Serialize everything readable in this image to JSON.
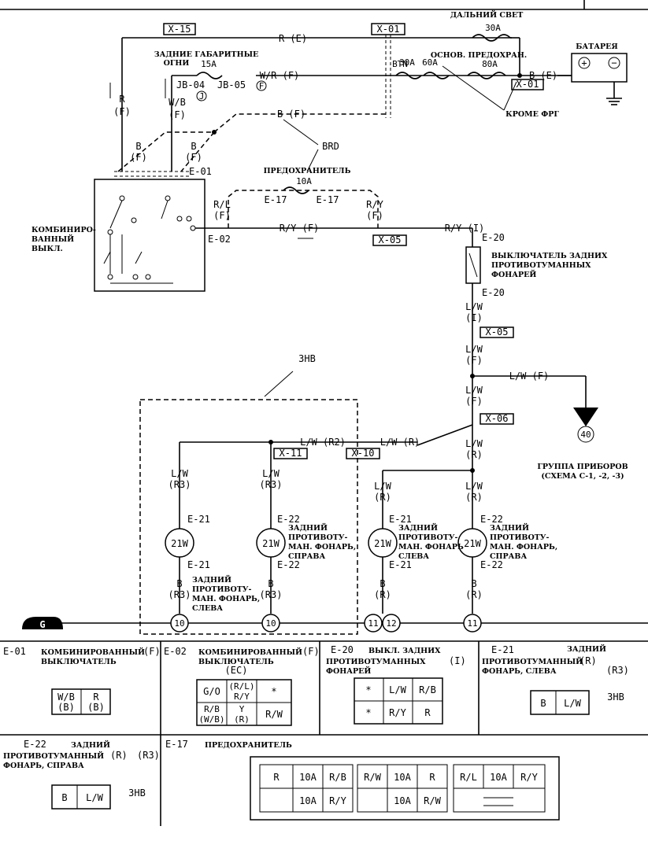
{
  "wires": {
    "r_e": "R (E)",
    "w_r_f": "W/R (F)",
    "b_f_top": "B (F)",
    "r": "R",
    "f1": "(F)",
    "w_b": "W/B",
    "f2": "(F)",
    "b_left": "B",
    "f_b1": "(F)",
    "b_right": "B",
    "f_b2": "(F)",
    "r_l": "R/L",
    "f_rl": "(F)",
    "r_y_top": "R/Y",
    "f_ry": "(F)",
    "r_y_f": "R/Y (F)",
    "r_y_i": "R/Y (I)",
    "b_e": "B (E)",
    "lw_1": "L/W",
    "i_1": "(I)",
    "lw_2": "L/W",
    "f_3": "(F)",
    "lw_f": "L/W (F)",
    "lw_3": "L/W",
    "f_4": "(F)",
    "lw_r2": "L/W (R2)",
    "lw_r": "L/W (R)",
    "lw_4": "L/W",
    "r_4": "(R)",
    "lw_a": "L/W",
    "r3_a": "(R3)",
    "lw_b": "L/W",
    "r3_b": "(R3)",
    "lw_c": "L/W",
    "r_c": "(R)",
    "lw_d": "L/W",
    "r_d": "(R)",
    "b_a": "B",
    "r3_ba": "(R3)",
    "b_b": "B",
    "r3_bb": "(R3)",
    "b_c": "B",
    "r_bc": "(R)",
    "b_d": "B",
    "r_bd": "(R)"
  },
  "connectors": {
    "x15": "X-15",
    "x01a": "X-01",
    "x01b": "X-01",
    "x05a": "X-05",
    "x05b": "X-05",
    "x06": "X-06",
    "x10": "X-10",
    "x11": "X-11",
    "jb04": "JB-04",
    "jb05": "JB-05",
    "jb_j": "J",
    "jb_f": "F",
    "e01": "E-01",
    "e02": "E-02",
    "e17a": "E-17",
    "e17b": "E-17",
    "e20a": "E-20",
    "e20b": "E-20",
    "e21a": "E-21",
    "e21b": "E-21",
    "e22a": "E-22",
    "e22b": "E-22",
    "e21c": "E-21",
    "e21d": "E-21",
    "e22c": "E-22",
    "e22d": "E-22"
  },
  "labels": {
    "high_beam": "ДАЛЬНИЙ СВЕТ",
    "a30": "30A",
    "rear_pos1": "ЗАДНИЕ ГАБАРИТНЫЕ",
    "rear_pos2": "ОГНИ",
    "a15": "15A",
    "btn": "BTN",
    "a30b": "30A",
    "a60": "60A",
    "main_fuse": "ОСНОВ. ПРЕДОХРАН.",
    "a80": "80A",
    "battery": "БАТАРЕЯ",
    "except_frg": "КРОМЕ ФРГ",
    "brd": "BRD",
    "fuse": "ПРЕДОХРАНИТЕЛЬ",
    "a10": "10A",
    "combo1": "КОМБИНИРО-",
    "combo2": "ВАННЫЙ",
    "combo3": "ВЫКЛ.",
    "rfs1": "ВЫКЛЮЧАТЕЛЬ ЗАДНИХ",
    "rfs2": "ПРОТИВОТУМАННЫХ",
    "rfs3": "ФОНАРЕЙ",
    "zhb": "ЗНВ",
    "node40": "40",
    "cluster1": "ГРУППА ПРИБОРОВ",
    "cluster2": "(СХЕМА С-1, -2, -3)",
    "bulb_a": "21W",
    "bulb_b": "21W",
    "bulb_c": "21W",
    "bulb_d": "21W",
    "ll1": "ЗАДНИЙ",
    "ll2": "ПРОТИВОТУ-",
    "ll3": "МАН. ФОНАРЬ,",
    "ll4": "СЛЕВА",
    "rr1": "ЗАДНИЙ",
    "rr2": "ПРОТИВОТУ-",
    "rr3": "МАН. ФОНАРЬ,",
    "rr4": "СПРАВА",
    "lc1": "ЗАДНИЙ",
    "lc2": "ПРОТИВОТУ-",
    "lc3": "МАН. ФОНАРЬ",
    "lc4": "СЛЕВА",
    "rd1": "ЗАДНИЙ",
    "rd2": "ПРОТИВОТУ-",
    "rd3": "МАН. ФОНАРЬ,",
    "rd4": "СПРАВА",
    "g10a": "10",
    "g10b": "10",
    "g11a": "11",
    "g12": "12",
    "g11b": "11",
    "ground": "G"
  },
  "panels": {
    "e01": {
      "code": "E-01",
      "title1": "КОМБИНИРОВАННЫЙ",
      "title2": "ВЫКЛЮЧАТЕЛЬ",
      "suffix": "(F)",
      "c1": "W/B",
      "c1b": "(B)",
      "c2": "R",
      "c2b": "(B)"
    },
    "e02": {
      "code": "E-02",
      "title1": "КОМБИНИРОВАННЫЙ",
      "title2": "ВЫКЛЮЧАТЕЛЬ",
      "suffix": "(F)",
      "sub": "(EC)",
      "c1": "G/O",
      "c2": "(R/L)",
      "c2b": "R/Y",
      "c3": "*",
      "c4": "R/B",
      "c4b": "(W/B)",
      "c5": "Y",
      "c5b": "(R)",
      "c6": "R/W"
    },
    "e20": {
      "code": "E-20",
      "title1": "ВЫКЛ. ЗАДНИХ",
      "title2": "ПРОТИВОТУМАННЫХ",
      "title3": "ФОНАРЕЙ",
      "suffix": "(I)",
      "c1": "*",
      "c2": "L/W",
      "c3": "R/B",
      "c4": "*",
      "c5": "R/Y",
      "c6": "R"
    },
    "e21": {
      "code": "E-21",
      "title1": "ЗАДНИЙ",
      "title2": "ПРОТИВОТУМАННЫЙ",
      "title3": "ФОНАРЬ, СЛЕВА",
      "suffix": "(R)",
      "suffix2": "(R3)",
      "zhb": "ЗНВ",
      "c1": "B",
      "c2": "L/W"
    },
    "e22": {
      "code": "E-22",
      "title1": "ЗАДНИЙ",
      "title2": "ПРОТИВОТУМАННЫЙ",
      "title3": "ФОНАРЬ, СПРАВА",
      "suffix": "(R)",
      "suffix2": "(R3)",
      "zhb": "ЗНВ",
      "c1": "B",
      "c2": "L/W"
    },
    "e17": {
      "code": "E-17",
      "title": "ПРЕДОХРАНИТЕЛЬ",
      "g1": [
        "R",
        "10A",
        "R/B",
        "10A",
        "R/Y"
      ],
      "g2": [
        "R/W",
        "10A",
        "R",
        "10A",
        "R/W"
      ],
      "g3": [
        "R/L",
        "10A",
        "R/Y"
      ]
    }
  }
}
